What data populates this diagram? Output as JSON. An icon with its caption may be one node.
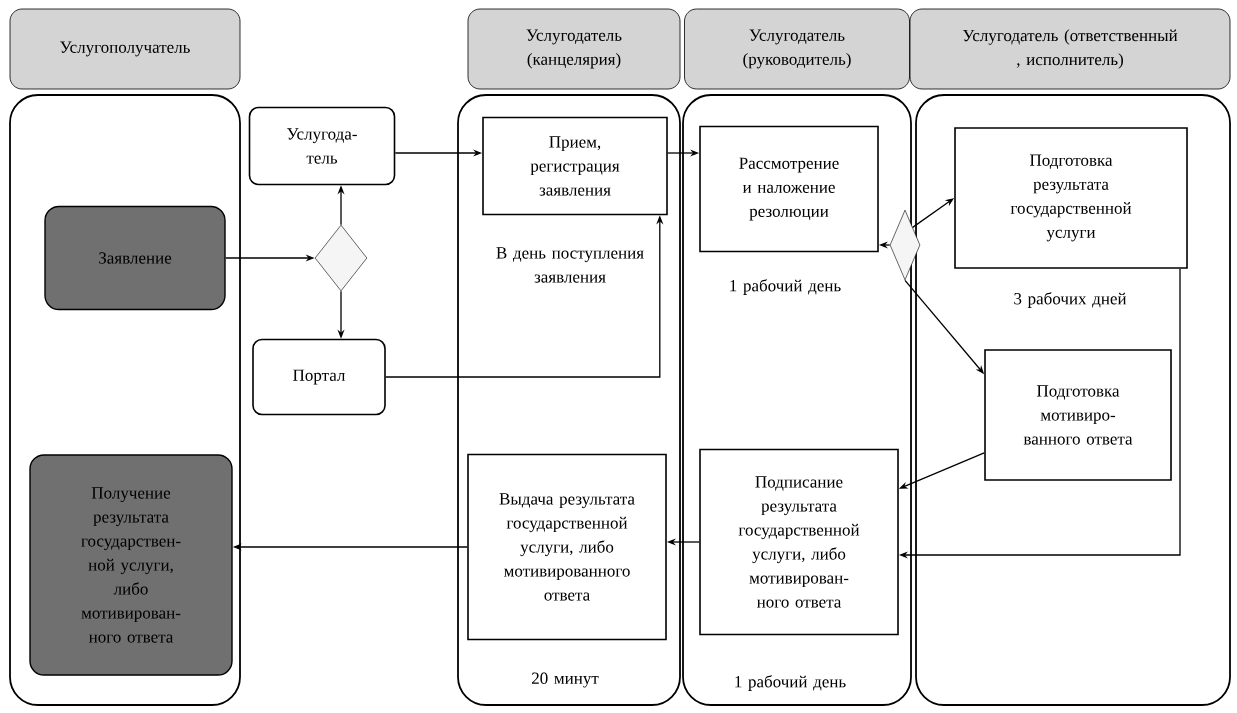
{
  "diagram": {
    "nodes": [
      {
        "text": [
          "Услугополучатель"
        ]
      },
      {
        "text": [
          "Услугодатель (канцелярия)"
        ]
      },
      {
        "text": [
          "Услугодатель (руководитель)"
        ]
      },
      {
        "text": [
          "Услугодатель (ответственный , исполнитель)"
        ]
      },
      {
        "text": [
          "Заявление"
        ],
        "in": 0
      },
      {
        "text": [
          "Услугода-тель"
        ]
      },
      {
        "text": [],
        "shape": "diamond"
      },
      {
        "text": [
          "Портал"
        ]
      },
      {
        "text": [
          "Получение результата государствен-ной услуги, либо мотивирован-ного ответа"
        ],
        "in": 0
      },
      {
        "text": [
          "Прием, регистрация заявления"
        ],
        "in": 1,
        "beside": [
          "В день поступления заявления"
        ]
      },
      {
        "text": [
          "Выдача результата государственной услуги, либо мотивированного ответа"
        ],
        "in": 1,
        "beside": [
          "20 минут"
        ]
      },
      {
        "text": [
          "Рассмотрение и наложение резолюции"
        ],
        "in": 2,
        "beside": [
          "1 рабочий день"
        ]
      },
      {
        "text": [
          "Подписание результата государственной услуги, либо мотивирован-ного ответа"
        ],
        "in": 2,
        "beside": [
          "1 рабочий день"
        ]
      },
      {
        "text": [],
        "shape": "diamond"
      },
      {
        "text": [
          "Подготовка результата государственной услуги"
        ],
        "in": 3,
        "beside": [
          "3 рабочих дней"
        ]
      },
      {
        "text": [
          "Подготовка мотивиро-ванного ответа"
        ],
        "in": 3
      }
    ],
    "edges": [
      {
        "from": 4,
        "to": 6,
        "arrow": "to"
      },
      {
        "from": 6,
        "to": 5,
        "arrow": "to"
      },
      {
        "from": 6,
        "to": 7,
        "arrow": "to"
      },
      {
        "from": 5,
        "to": 9,
        "arrow": "to"
      },
      {
        "from": 7,
        "to": 9,
        "arrow": "to"
      },
      {
        "from": 9,
        "to": 11,
        "arrow": "to"
      },
      {
        "from": 13,
        "to": 11,
        "arrow": "to"
      },
      {
        "from": 13,
        "to": 14,
        "arrow": "to"
      },
      {
        "from": 13,
        "to": 15,
        "arrow": "to"
      },
      {
        "from": 15,
        "to": 12,
        "arrow": "to"
      },
      {
        "from": 14,
        "to": 12,
        "arrow": "to"
      },
      {
        "from": 12,
        "to": 10,
        "arrow": "to"
      },
      {
        "from": 10,
        "to": 8,
        "arrow": "to"
      }
    ]
  }
}
